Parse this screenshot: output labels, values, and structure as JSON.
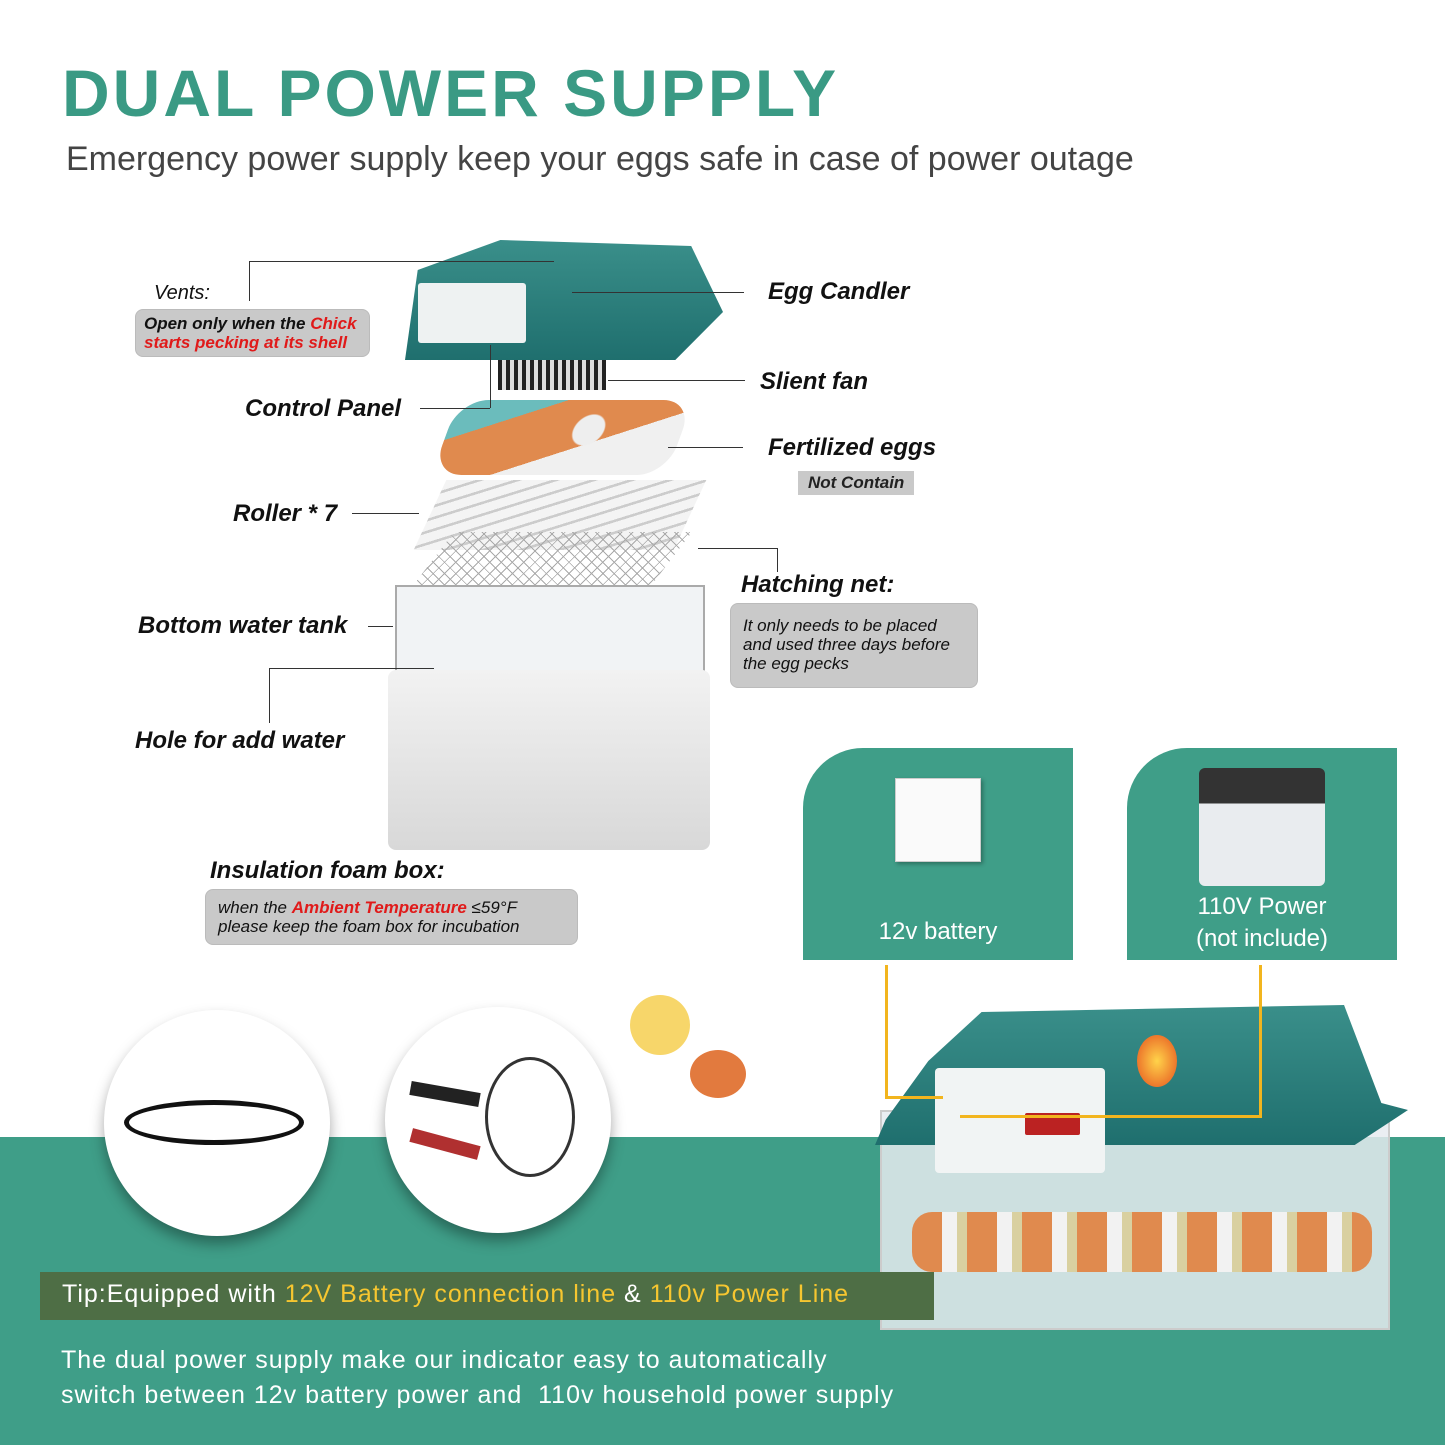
{
  "header": {
    "title": "DUAL POWER SUPPLY",
    "subtitle": "Emergency power supply keep your eggs safe in case of power outage"
  },
  "parts": {
    "vents": {
      "label": "Vents:",
      "note_a": "Open only when the ",
      "note_red": "Chick",
      "note_b": "starts pecking at its shell"
    },
    "egg_candler": "Egg Candler",
    "silent_fan": "Slient fan",
    "control_panel": "Control Panel",
    "fertilized_eggs": {
      "label": "Fertilized eggs",
      "badge": "Not Contain"
    },
    "roller": "Roller * 7",
    "hatching_net": {
      "label": "Hatching net:",
      "note": "It only needs to be placed and used three days before the egg pecks"
    },
    "water_tank": "Bottom water tank",
    "water_hole": "Hole for add water",
    "foam_box": {
      "label": "Insulation foam box:",
      "note_a": "when the ",
      "note_red": "Ambient Temperature",
      "note_b": " ≤59°F",
      "note_c": "please keep the foam box for incubation"
    }
  },
  "power": {
    "battery_label": "12v battery",
    "ac_line1": "110V Power",
    "ac_line2": "(not include)"
  },
  "tip": {
    "prefix": "Tip:Equipped with ",
    "highlight1": "12V Battery connection line",
    "amp": " & ",
    "highlight2": "110v Power Line"
  },
  "description": {
    "line1": "The dual power supply make our indicator easy to automatically",
    "line2": "switch between 12v battery power and  110v household power supply"
  },
  "colors": {
    "teal": "#3f9e88",
    "title": "#3a9a84",
    "highlight": "#f6c630",
    "red": "#e01a1a"
  }
}
